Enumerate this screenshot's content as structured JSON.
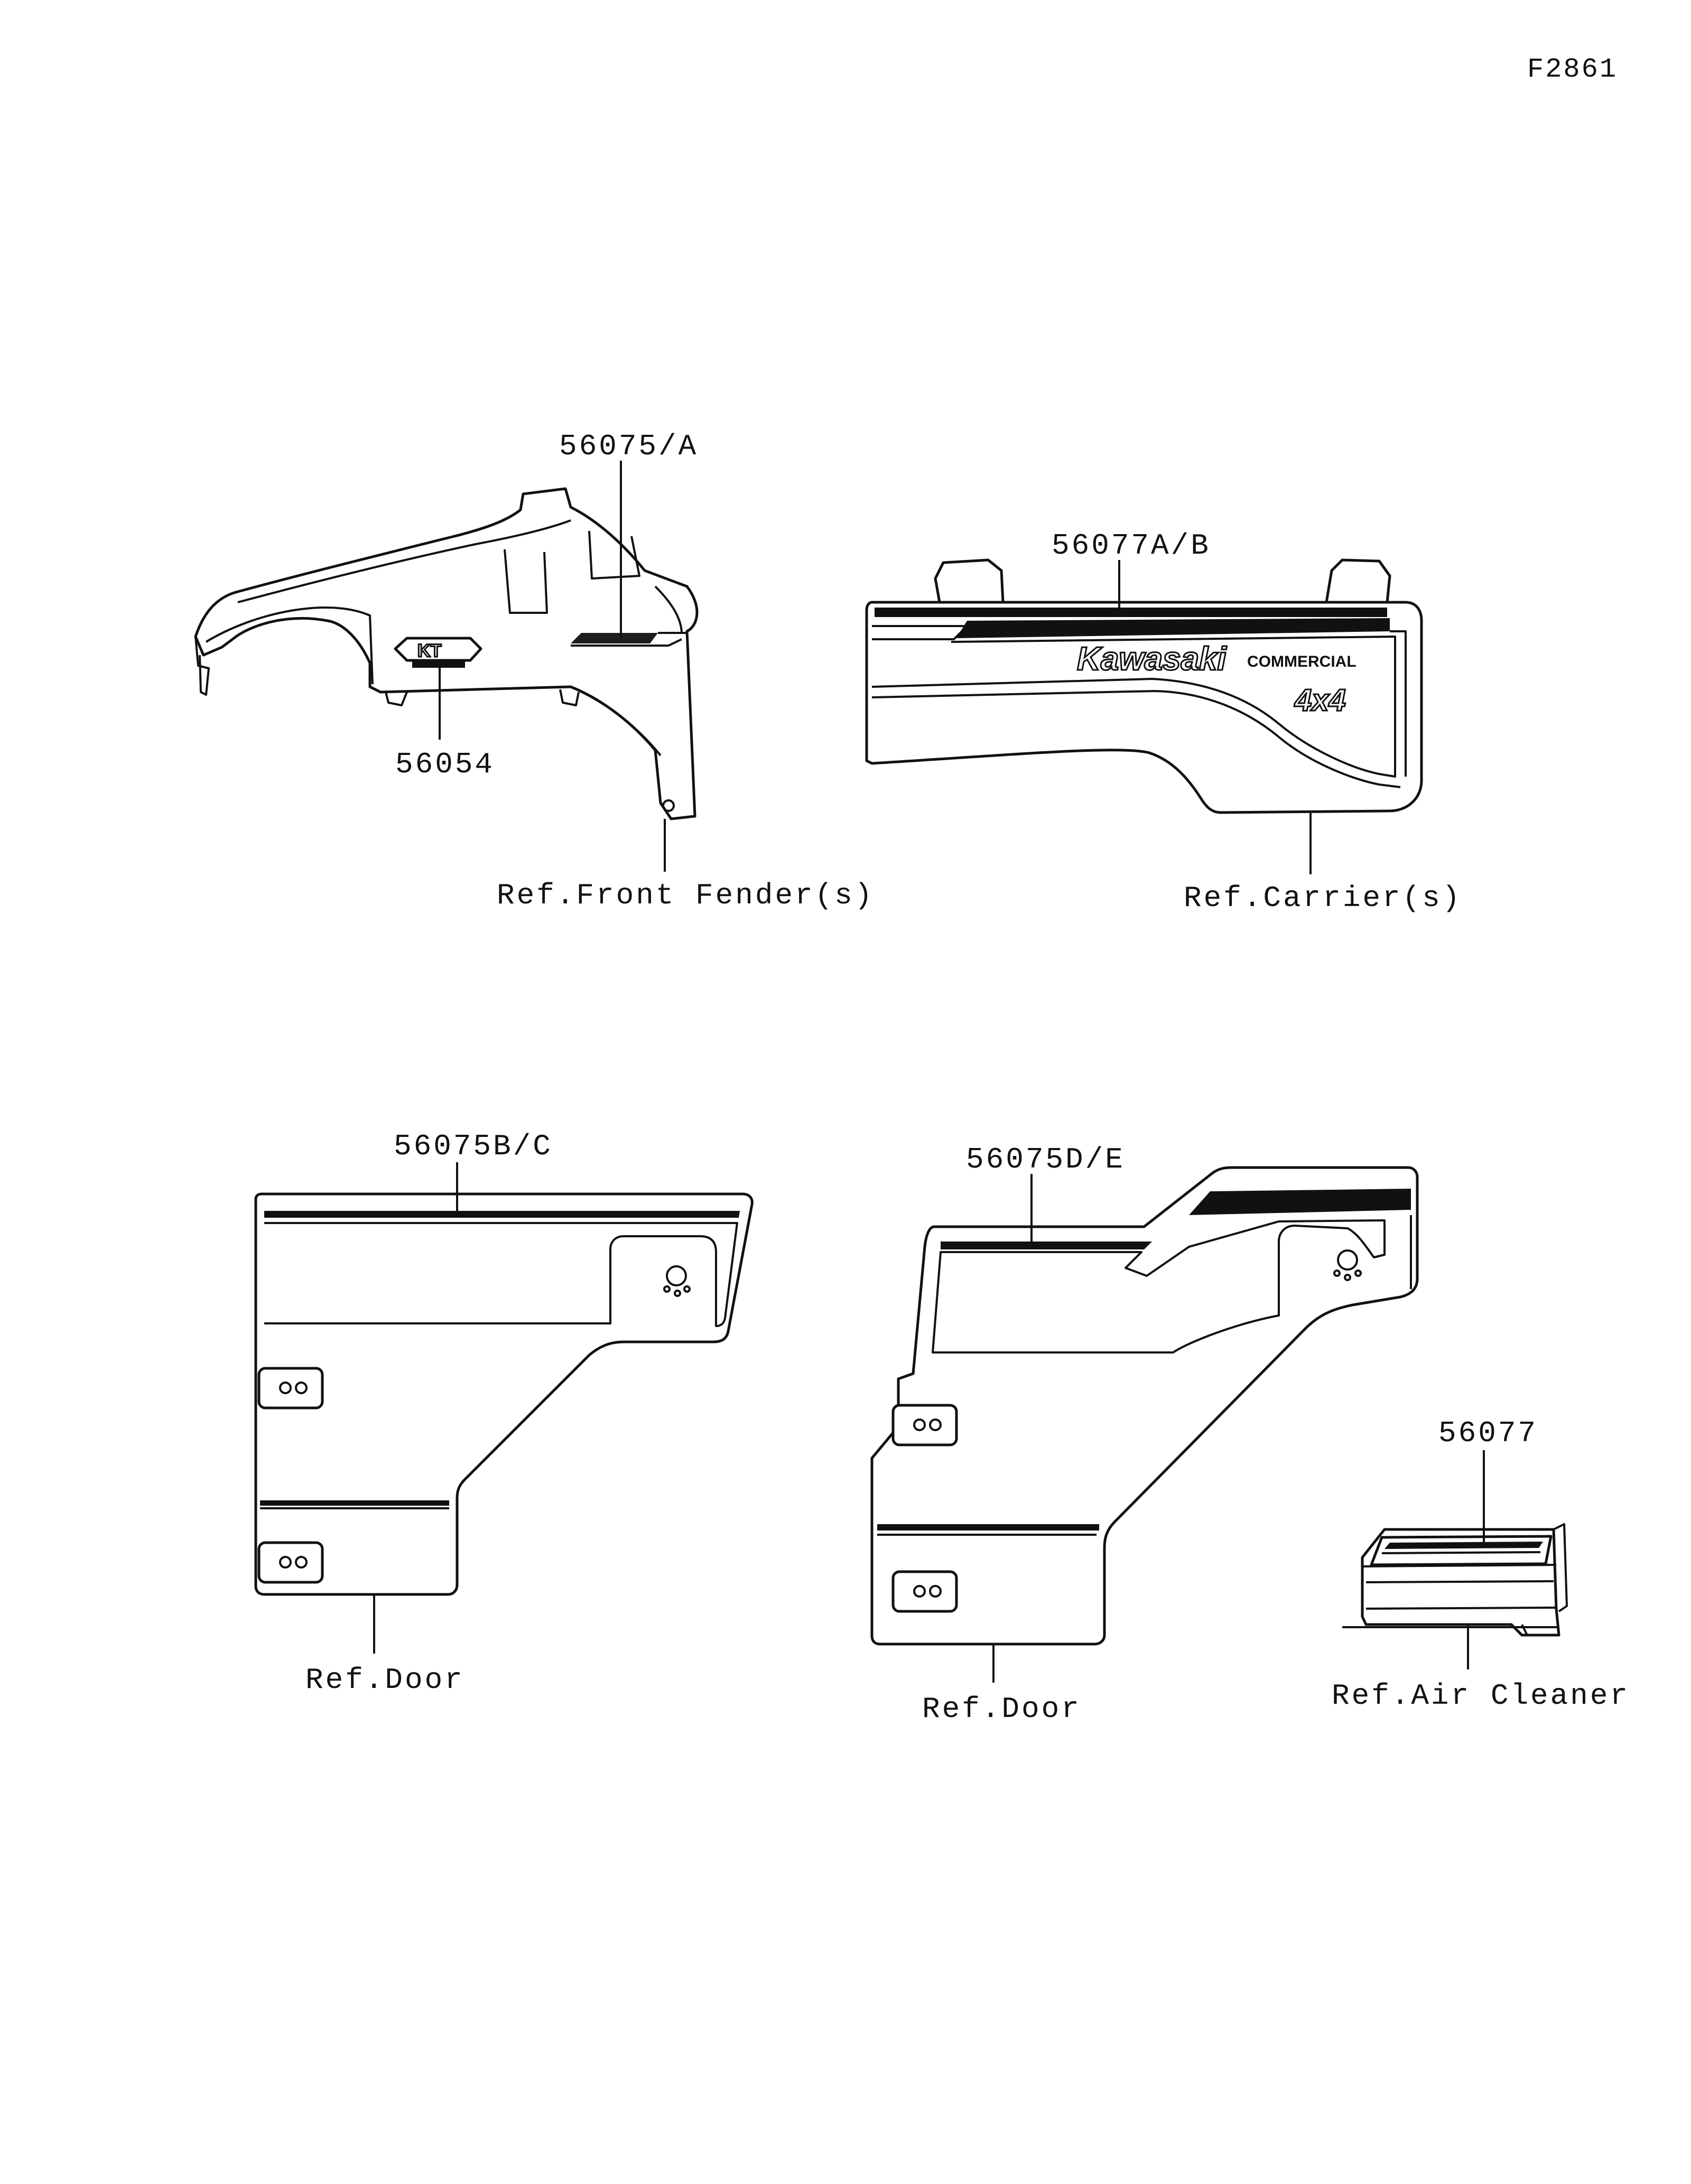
{
  "figure_id": "F2861",
  "brand_colors": {
    "line": "#111111",
    "background": "#ffffff"
  },
  "callouts": {
    "fender_decal_upper": "56075/A",
    "fender_emblem": "56054",
    "carrier_decal": "56077A/B",
    "door_left_decal": "56075B/C",
    "door_right_decal": "56075D/E",
    "air_cleaner_label": "56077"
  },
  "references": {
    "front_fender": "Ref.Front Fender(s)",
    "carrier": "Ref.Carrier(s)",
    "door_left": "Ref.Door",
    "door_right": "Ref.Door",
    "air_cleaner": "Ref.Air Cleaner"
  },
  "artwork_text": {
    "brand": "Kawasaki",
    "commercial": "COMMERCIAL",
    "drive": "4x4",
    "emblem": "KT"
  }
}
